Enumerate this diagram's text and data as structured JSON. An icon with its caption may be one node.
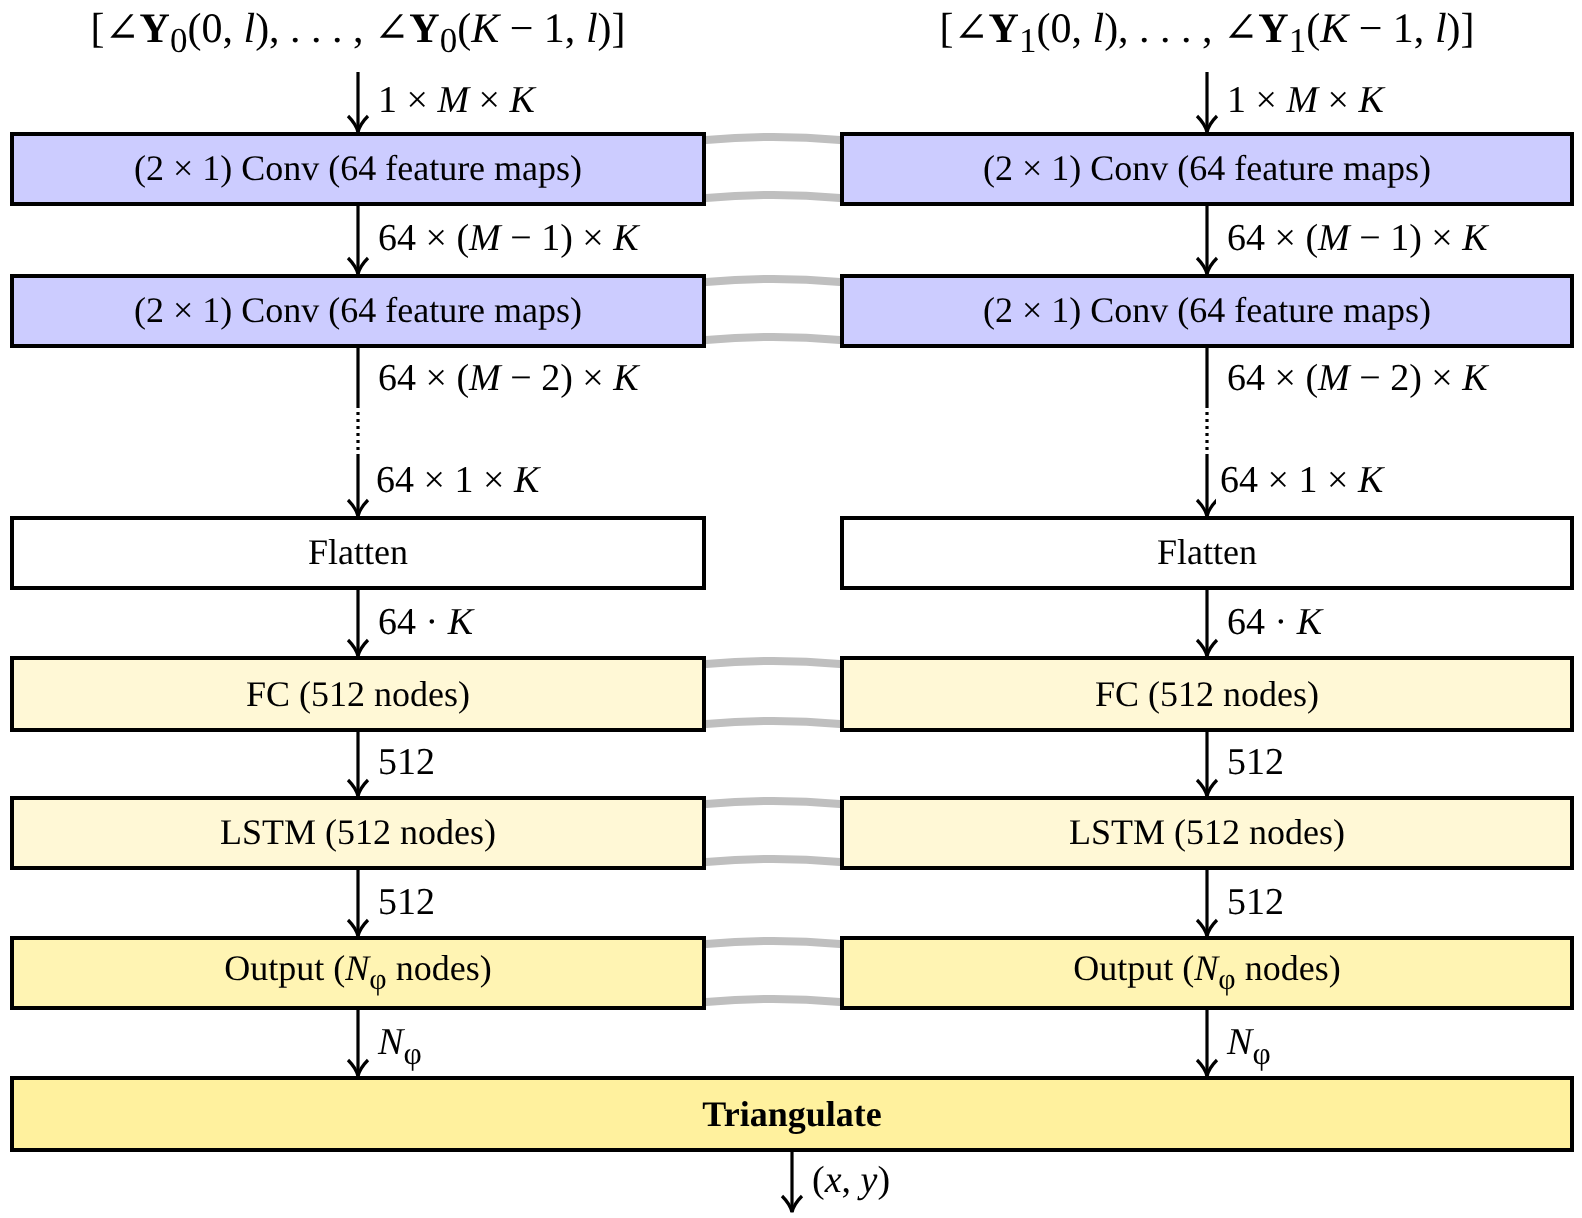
{
  "diagram": {
    "nodes": [
      {
        "text": [
          "[∠**Y**$_{0}$(0, *l*), . . . , ∠**Y**$_{0}$(*K* − 1, *l*)]"
        ]
      },
      {
        "text": [
          "[∠**Y**$_{1}$(0, *l*), . . . , ∠**Y**$_{1}$(*K* − 1, *l*)]"
        ]
      },
      {
        "text": [
          "(2 × 1) Conv (64 feature maps)"
        ]
      },
      {
        "text": [
          "(2 × 1) Conv (64 feature maps)"
        ]
      },
      {
        "text": [
          "(2 × 1) Conv (64 feature maps)"
        ]
      },
      {
        "text": [
          "(2 × 1) Conv (64 feature maps)"
        ]
      },
      {
        "text": [
          "Flatten"
        ]
      },
      {
        "text": [
          "Flatten"
        ]
      },
      {
        "text": [
          "FC (512 nodes)"
        ]
      },
      {
        "text": [
          "FC (512 nodes)"
        ]
      },
      {
        "text": [
          "LSTM (512 nodes)"
        ]
      },
      {
        "text": [
          "LSTM (512 nodes)"
        ]
      },
      {
        "text": [
          "Output (*N*$_{φ}$ nodes)"
        ]
      },
      {
        "text": [
          "Output (*N*$_{φ}$ nodes)"
        ]
      },
      {
        "text": [
          "Triangulate"
        ]
      }
    ],
    "edges": [
      {
        "from": 0,
        "to": 2,
        "arrow": "to",
        "label": "1 × *M* × *K*"
      },
      {
        "from": 1,
        "to": 3,
        "arrow": "to",
        "label": "1 × *M* × *K*"
      },
      {
        "from": 2,
        "to": 3,
        "arrow": "none",
        "style": "thick",
        "color": "#bfbfbf"
      },
      {
        "from": 2,
        "to": 4,
        "arrow": "to",
        "label": "64 × (*M* − 1) × *K*"
      },
      {
        "from": 3,
        "to": 5,
        "arrow": "to",
        "label": "64 × (*M* − 1) × *K*"
      },
      {
        "from": 4,
        "to": 5,
        "arrow": "none",
        "style": "thick",
        "color": "#bfbfbf"
      },
      {
        "from": 4,
        "to": 6,
        "arrow": "to",
        "style": "dashed",
        "label": "64 × (*M* − 2) × *K*"
      },
      {
        "from": 5,
        "to": 7,
        "arrow": "to",
        "style": "dashed",
        "label": "64 × (*M* − 2) × *K*"
      },
      {
        "from": 6,
        "to": 8,
        "arrow": "to",
        "label": "64 · *K*"
      },
      {
        "from": 7,
        "to": 9,
        "arrow": "to",
        "label": "64 · *K*"
      },
      {
        "from": 8,
        "to": 9,
        "arrow": "none",
        "style": "thick",
        "color": "#bfbfbf"
      },
      {
        "from": 8,
        "to": 10,
        "arrow": "to",
        "label": "512"
      },
      {
        "from": 9,
        "to": 11,
        "arrow": "to",
        "label": "512"
      },
      {
        "from": 10,
        "to": 11,
        "arrow": "none",
        "style": "thick",
        "color": "#bfbfbf"
      },
      {
        "from": 10,
        "to": 12,
        "arrow": "to",
        "label": "512"
      },
      {
        "from": 11,
        "to": 13,
        "arrow": "to",
        "label": "512"
      },
      {
        "from": 12,
        "to": 13,
        "arrow": "none",
        "style": "thick",
        "color": "#bfbfbf"
      },
      {
        "from": 12,
        "to": 14,
        "arrow": "to",
        "label": "*N*$_{φ}$"
      },
      {
        "from": 13,
        "to": 14,
        "arrow": "to",
        "label": "*N*$_{φ}$"
      },
      {
        "from": 14,
        "to": null,
        "arrow": "to",
        "label": "(*x*, *y*)"
      }
    ],
    "labels": [
      "64 × 1 × *K*",
      "64 × 1 × *K*"
    ]
  }
}
